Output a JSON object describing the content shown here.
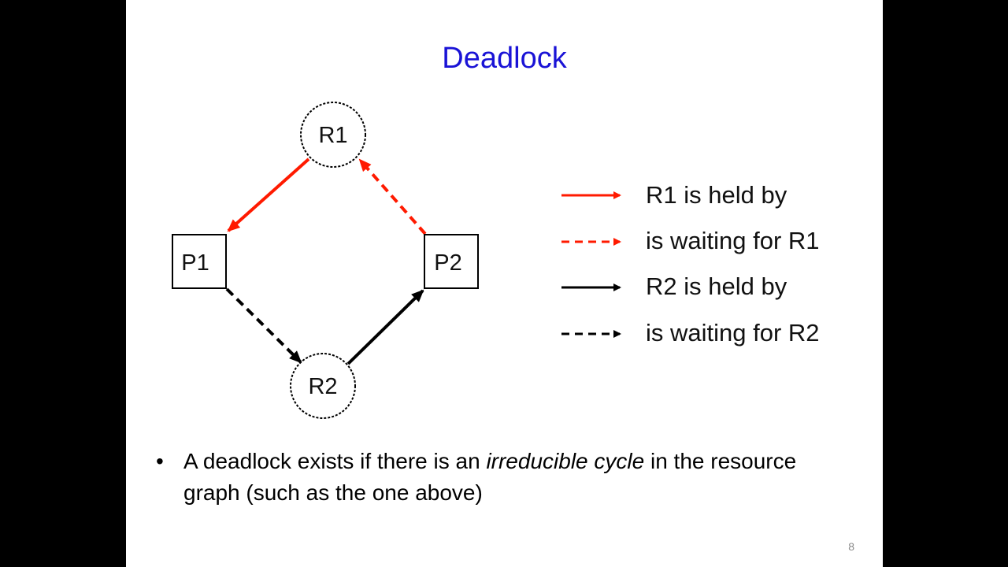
{
  "slide": {
    "title": "Deadlock",
    "page_number": "8"
  },
  "graph": {
    "nodes": {
      "r1": "R1",
      "r2": "R2",
      "p1": "P1",
      "p2": "P2"
    },
    "edges": [
      {
        "from": "R1",
        "to": "P1",
        "color": "#ff1a00",
        "style": "solid",
        "meaning": "R1 is held by"
      },
      {
        "from": "P2",
        "to": "R1",
        "color": "#ff1a00",
        "style": "dashed",
        "meaning": "is waiting for R1"
      },
      {
        "from": "R2",
        "to": "P2",
        "color": "#000000",
        "style": "solid",
        "meaning": "R2 is held by"
      },
      {
        "from": "P1",
        "to": "R2",
        "color": "#000000",
        "style": "dashed",
        "meaning": "is waiting for R2"
      }
    ]
  },
  "legend": {
    "held_r1": "R1 is held by",
    "waiting_r1": "is waiting for R1",
    "held_r2": "R2 is held by",
    "waiting_r2": "is waiting for R2"
  },
  "bullet": {
    "marker": "•",
    "pre": "A deadlock exists if there is an ",
    "emphasis": "irreducible cycle",
    "post": " in the resource graph (such as the one above)"
  },
  "colors": {
    "title": "#1a13d6",
    "red": "#ff1a00",
    "black": "#000000",
    "background": "#000000",
    "slide": "#ffffff"
  }
}
